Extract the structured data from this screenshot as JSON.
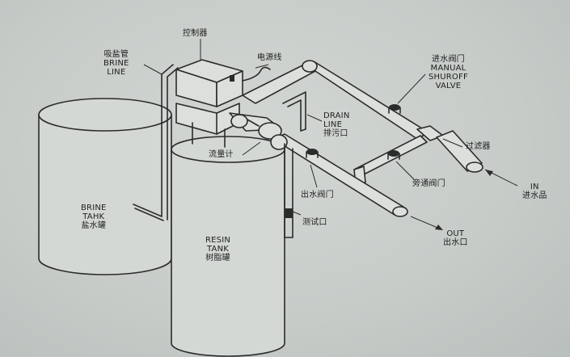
{
  "labels": {
    "controller": "控制器",
    "brine_line": [
      "吸盐管",
      "BRINE",
      "LINE"
    ],
    "power_cord": "电源线",
    "manual_shutoff_valve": [
      "进水阀门",
      "MANUAL",
      "SHUROFF",
      "VALVE"
    ],
    "drain_line": [
      "DRAIN",
      "LINE",
      "排污口"
    ],
    "flow_meter": "流量计",
    "filter": "过滤器",
    "bypass_valve": "旁通阀门",
    "outlet_valve": "出水阀门",
    "test_port": "测试口",
    "inlet": [
      "IN",
      "进水品"
    ],
    "outlet": [
      "OUT",
      "出水口"
    ],
    "brine_tank": [
      "BRINE",
      "TAHK",
      "盐水罐"
    ],
    "resin_tank": [
      "RESIN",
      "TANK",
      "树脂罐"
    ]
  }
}
